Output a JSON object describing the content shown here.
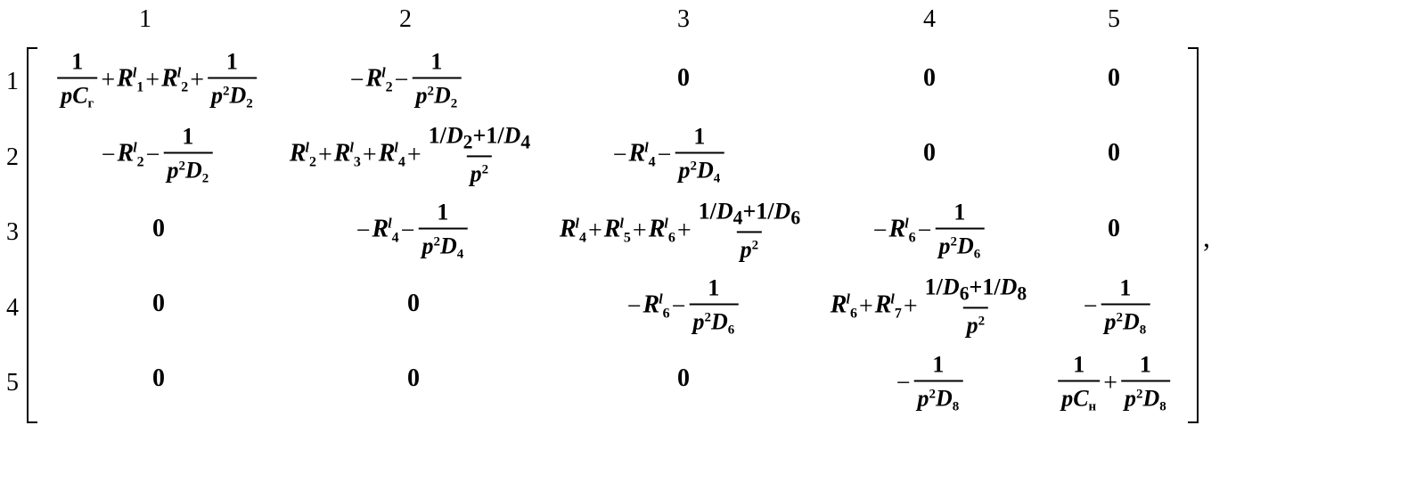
{
  "column_headers": [
    "1",
    "2",
    "3",
    "4",
    "5"
  ],
  "row_headers": [
    "1",
    "2",
    "3",
    "4",
    "5"
  ],
  "trailing_punctuation": ",",
  "symbols": {
    "R": "R",
    "l": "l",
    "C": "C",
    "D": "D",
    "p": "p",
    "plus": "+",
    "minus": "−",
    "one": "1",
    "zero": "0",
    "sup2": "2",
    "slash": "/",
    "sub_r": "г",
    "sub_n": "н",
    "sub1": "1",
    "sub2": "2",
    "sub3": "3",
    "sub4": "4",
    "sub5": "5",
    "sub6": "6",
    "sub7": "7",
    "sub8": "8"
  }
}
